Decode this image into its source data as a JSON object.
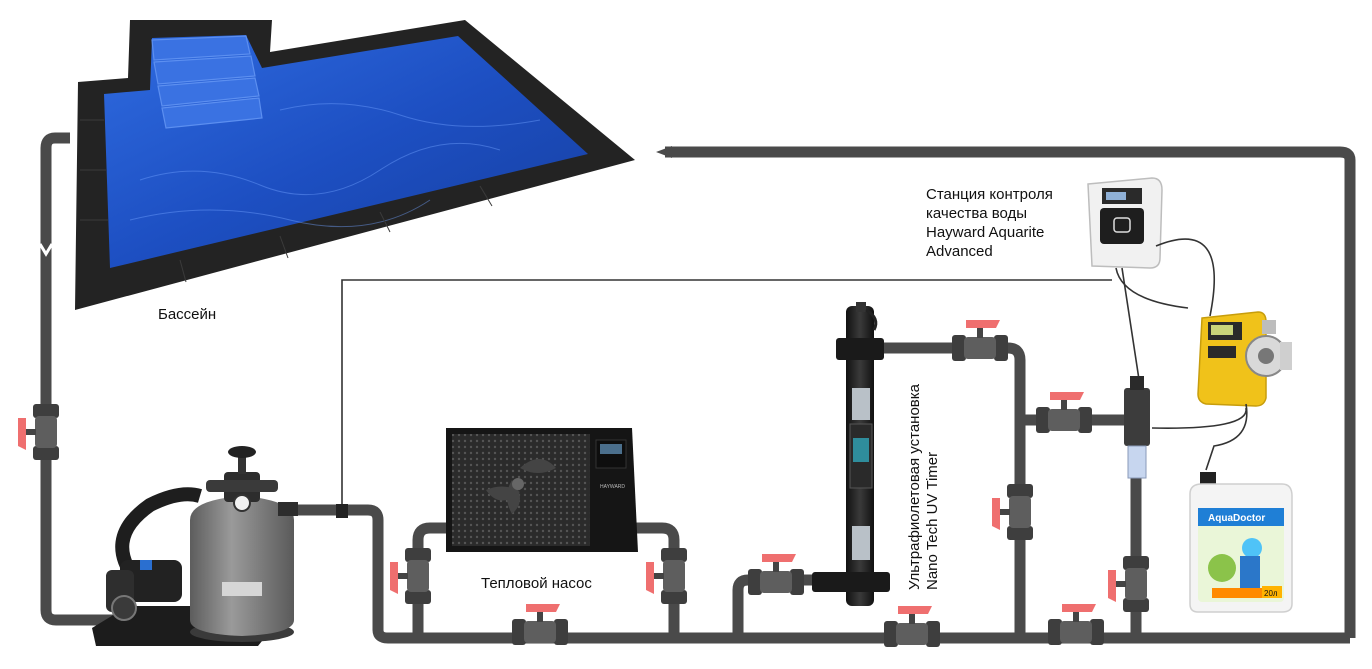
{
  "labels": {
    "pool": "Бассейн",
    "control_station": "Станция контроля\nкачества воды\nHayward Aquarite\nAdvanced",
    "heat_pump": "Тепловой насос",
    "uv_unit": "Ультрафиолетовая установка\nNano Tech UV Timer"
  },
  "logos": {
    "heat_pump_brand": "HAYWARD",
    "canister_brand": "AquaDoctor",
    "canister_volume": "20л"
  },
  "colors": {
    "pipe": "#4a4a4a",
    "pool_water": "#1f55c8",
    "pool_edge": "#232323",
    "valve_body": "#5e5e5e",
    "valve_handle": "#ef6f6f",
    "pump_yellow": "#f0c21a",
    "filter_grey": "#7c7c7c"
  }
}
